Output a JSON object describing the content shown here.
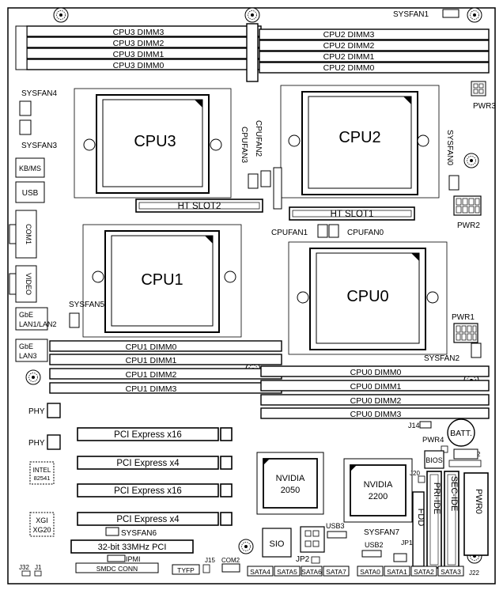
{
  "labels": {
    "sysfan1": "SYSFAN1",
    "cpu3_dimm3": "CPU3 DIMM3",
    "cpu3_dimm2": "CPU3 DIMM2",
    "cpu3_dimm1": "CPU3 DIMM1",
    "cpu3_dimm0": "CPU3 DIMM0",
    "cpu2_dimm3": "CPU2 DIMM3",
    "cpu2_dimm2": "CPU2 DIMM2",
    "cpu2_dimm1": "CPU2 DIMM1",
    "cpu2_dimm0": "CPU2 DIMM0",
    "pwr3": "PWR3",
    "sysfan4": "SYSFAN4",
    "sysfan3": "SYSFAN3",
    "kbms": "KB/MS",
    "usb": "USB",
    "com1": "COM1",
    "video": "VIDEO",
    "gbe_lan12_a": "GbE",
    "gbe_lan12_b": "LAN1/LAN2",
    "gbe_lan3_a": "GbE",
    "gbe_lan3_b": "LAN3",
    "cpu3": "CPU3",
    "cpu2": "CPU2",
    "cpu1": "CPU1",
    "cpu0": "CPU0",
    "cpufan3": "CPUFAN3",
    "cpufan2": "CPUFAN2",
    "sysfan0": "SYSFAN0",
    "ht_slot2": "HT SLOT2",
    "ht_slot1": "HT SLOT1",
    "pwr2": "PWR2",
    "cpufan1": "CPUFAN1",
    "cpufan0": "CPUFAN0",
    "sysfan5": "SYSFAN5",
    "pwr1": "PWR1",
    "sysfan2": "SYSFAN2",
    "cpu1_dimm0": "CPU1 DIMM0",
    "cpu1_dimm1": "CPU1 DIMM1",
    "cpu1_dimm2": "CPU1 DIMM2",
    "cpu1_dimm3": "CPU1 DIMM3",
    "cpu0_dimm0": "CPU0 DIMM0",
    "cpu0_dimm1": "CPU0 DIMM1",
    "cpu0_dimm2": "CPU0 DIMM2",
    "cpu0_dimm3": "CPU0 DIMM3",
    "phy1": "PHY",
    "phy2": "PHY",
    "intel_a": "INTEL",
    "intel_b": "82541",
    "xgi_a": "XGI",
    "xgi_b": "XG20",
    "pcie16_1": "PCI Express x16",
    "pcie4_1": "PCI Express x4",
    "pcie16_2": "PCI Express x16",
    "pcie4_2": "PCI Express x4",
    "sysfan6": "SYSFAN6",
    "pci32": "32-bit 33MHz PCI",
    "ipmi": "IPMI",
    "smdc": "SMDC CONN",
    "j32": "J32",
    "j1": "J1",
    "typf": "TYFP",
    "j15": "J15",
    "com2": "COM2",
    "nvidia2050_a": "NVIDIA",
    "nvidia2050_b": "2050",
    "nvidia2200_a": "NVIDIA",
    "nvidia2200_b": "2200",
    "sio": "SIO",
    "usb3": "USB3",
    "usb2": "USB2",
    "jp2": "JP2",
    "jp1": "JP1",
    "j14": "J14",
    "batt": "BATT.",
    "pwr4": "PWR4",
    "bios": "BIOS",
    "j122": "J122",
    "j20": "J20",
    "fdd": "FDD",
    "pri_ide": "PRI-IDE",
    "sec_ide": "SEC-IDE",
    "pwr0": "PWR0",
    "sysfan7": "SYSFAN7",
    "sata0": "SATA0",
    "sata1": "SATA1",
    "sata2": "SATA2",
    "sata3": "SATA3",
    "sata4": "SATA4",
    "sata5": "SATA5",
    "sata6": "SATA6",
    "sata7": "SATA7",
    "j22": "J22"
  }
}
